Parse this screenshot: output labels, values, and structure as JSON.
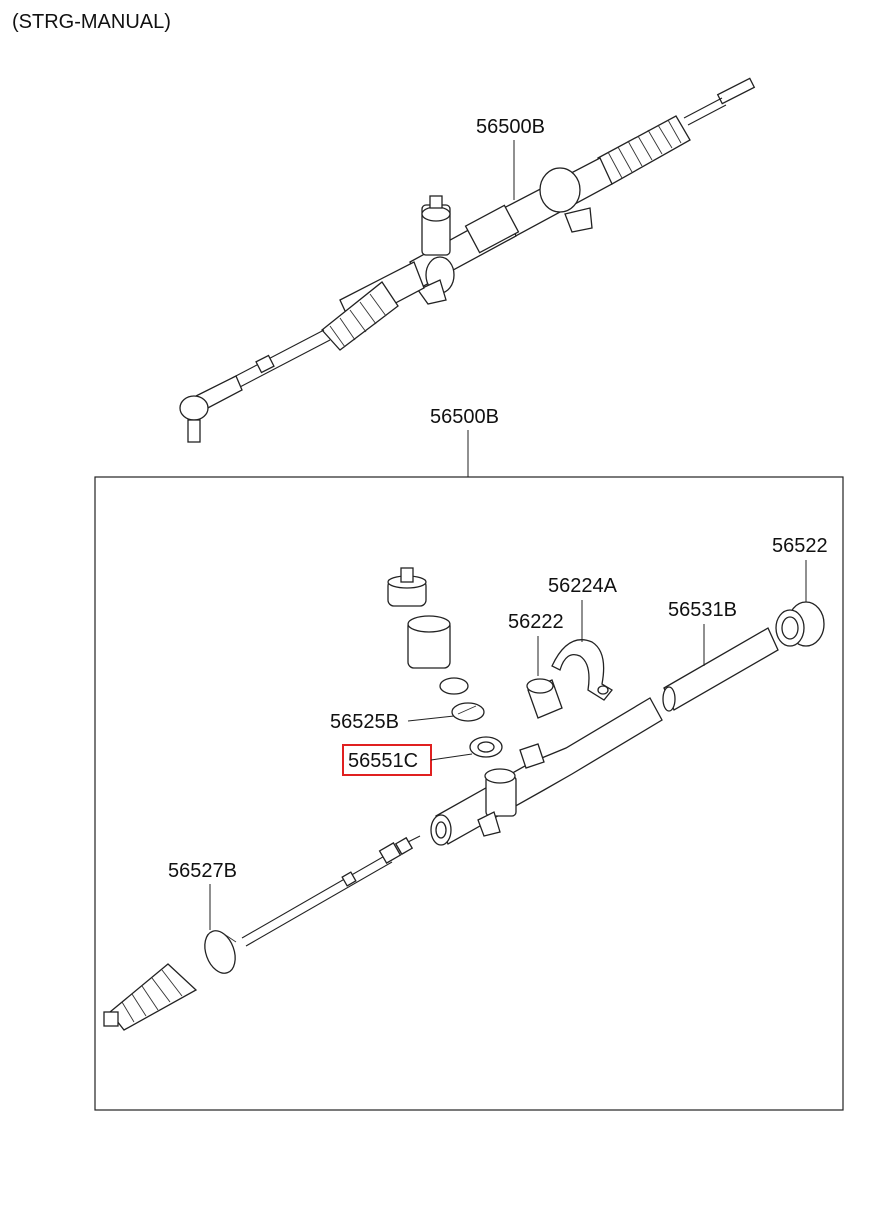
{
  "header": {
    "variant": "(STRG-MANUAL)"
  },
  "assembly": {
    "label": "56500B"
  },
  "box": {
    "label": "56500B"
  },
  "parts": {
    "bushing_right": "56522",
    "clamp_bracket": "56224A",
    "rack_tube": "56531B",
    "rubber_bushing": "56222",
    "snap_ring": "56525B",
    "oil_seal": "56551C",
    "boot_band": "56527B"
  },
  "highlight": {
    "part": "56551C",
    "color": "#e02020"
  }
}
